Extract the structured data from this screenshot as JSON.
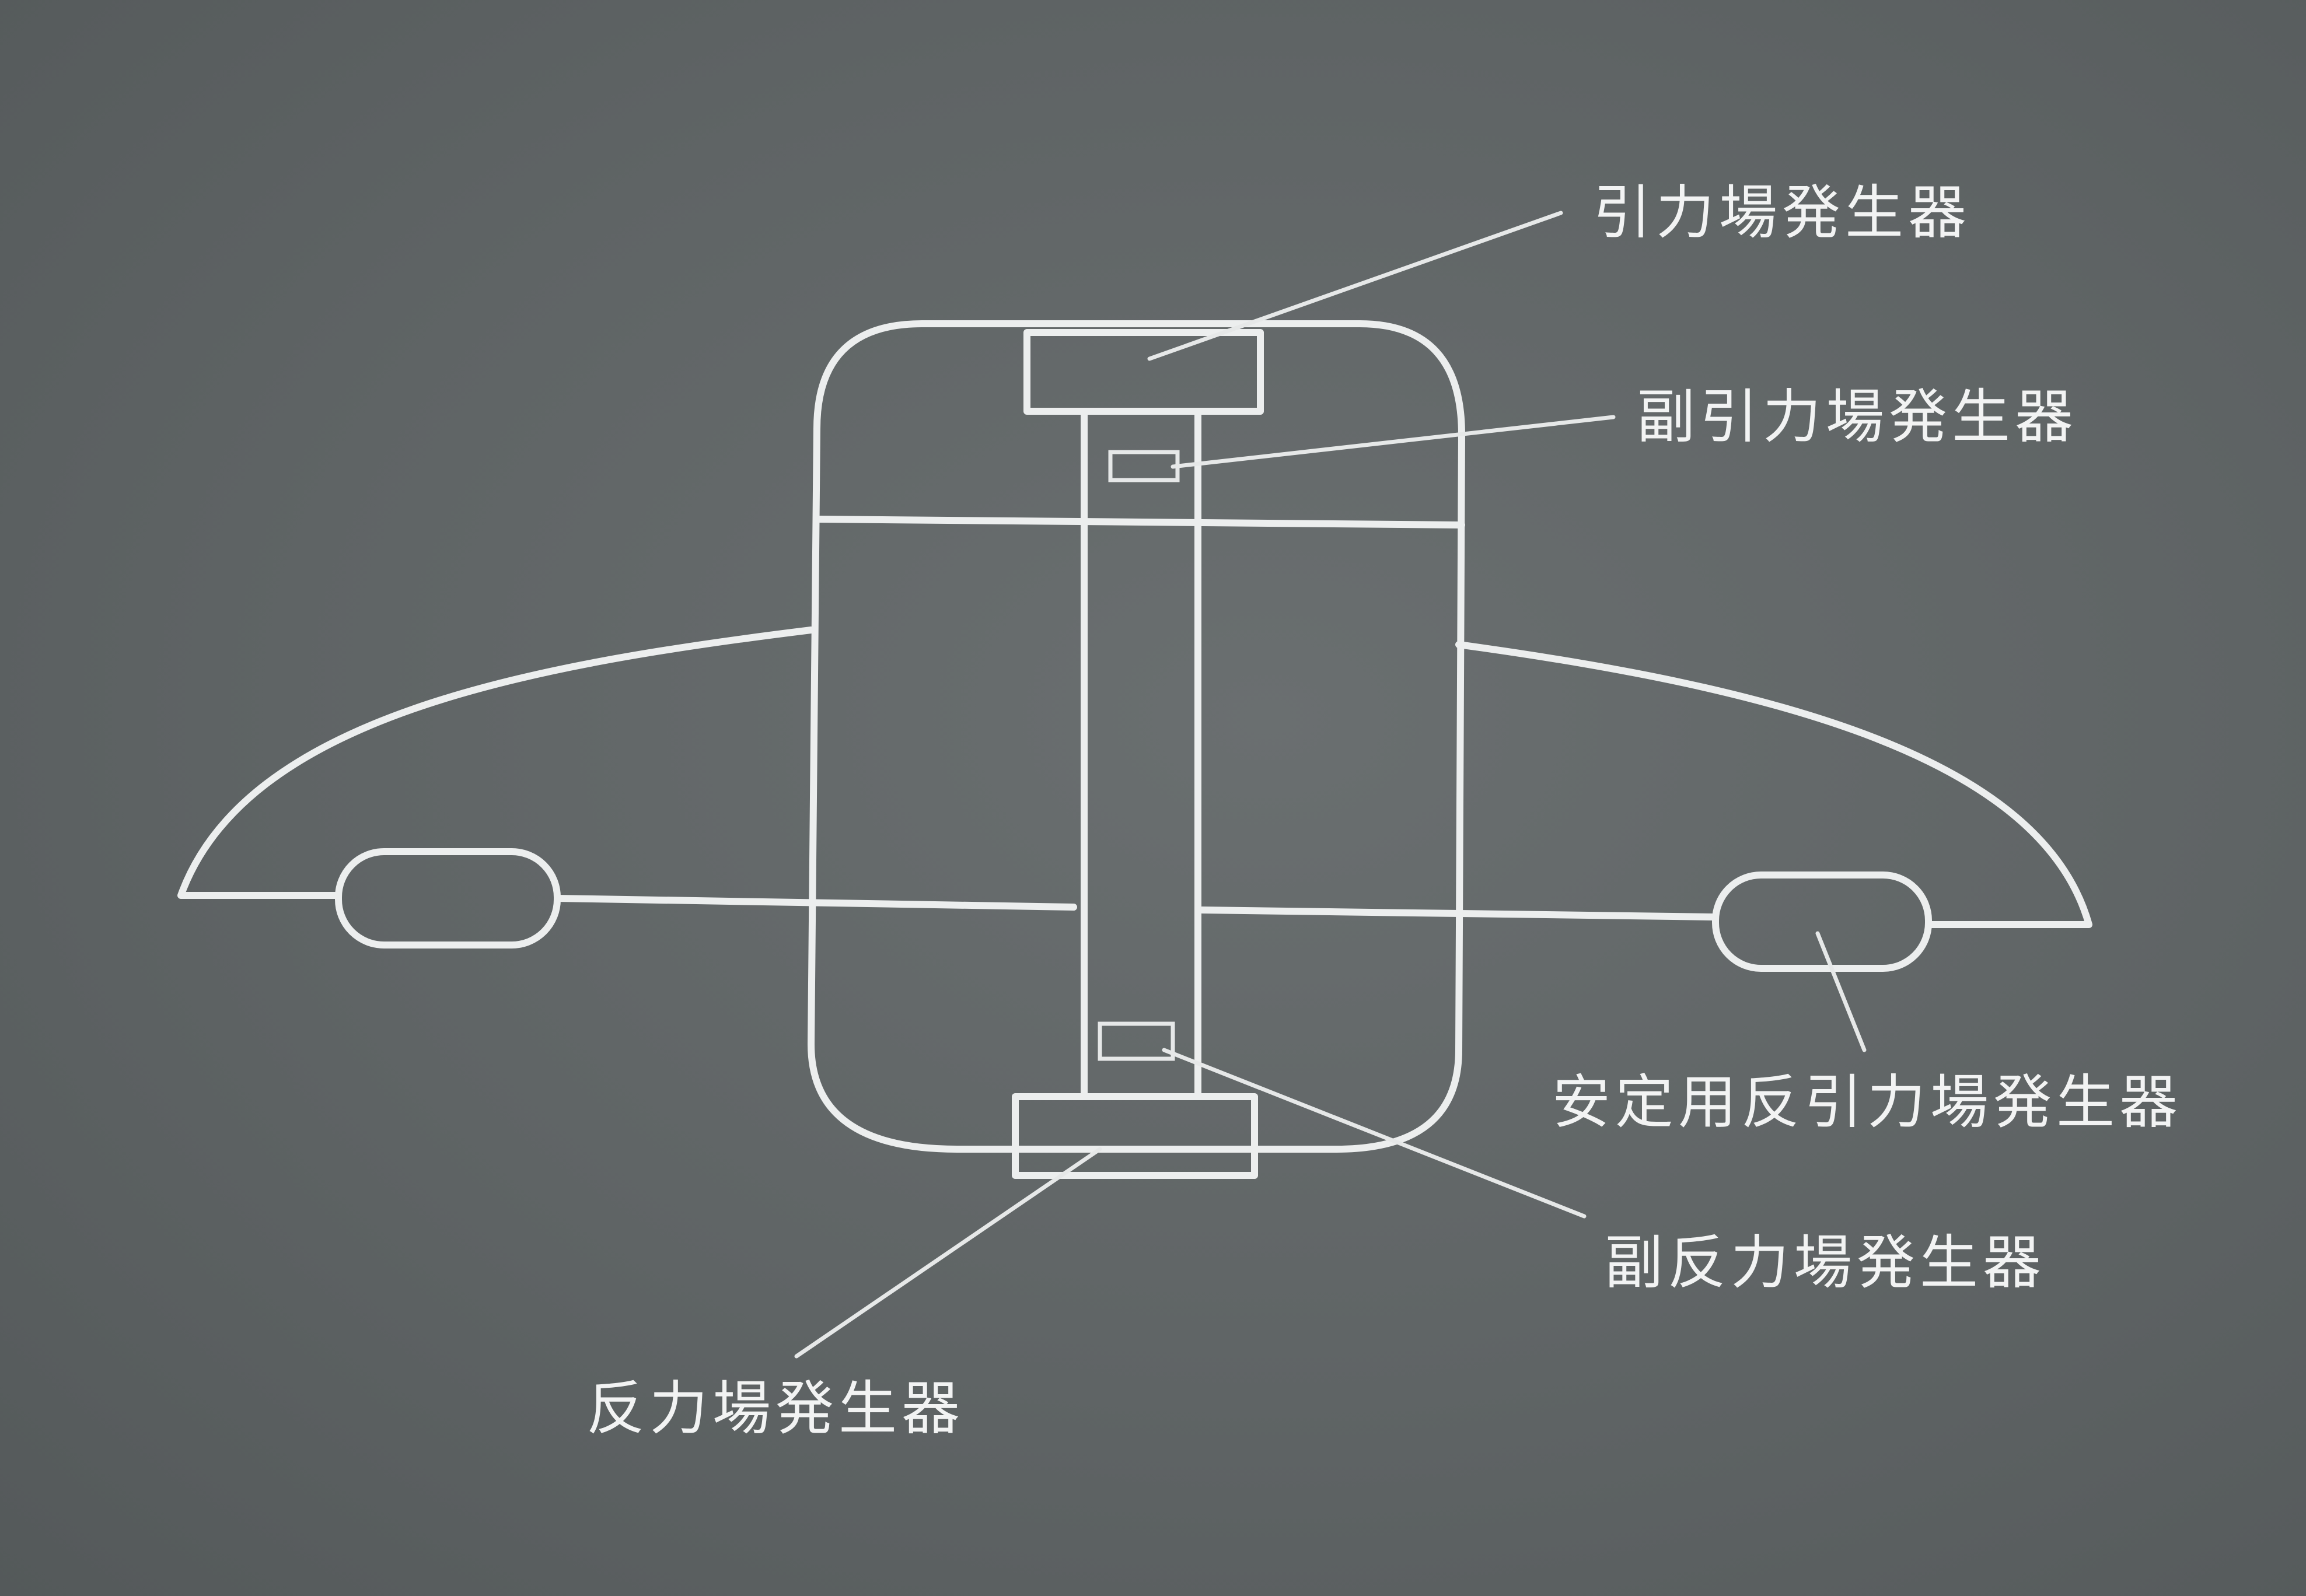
{
  "labels": {
    "attraction_field_generator": "引力場発生器",
    "sub_attraction_field_generator": "副引力場発生器",
    "stabilizing_anti_attraction_field_generator": "安定用反引力場発生器",
    "sub_repulsion_field_generator": "副反力場発生器",
    "repulsion_field_generator": "反力場発生器"
  },
  "colors": {
    "board": "#5f6465",
    "chalk": "#eceeee"
  }
}
